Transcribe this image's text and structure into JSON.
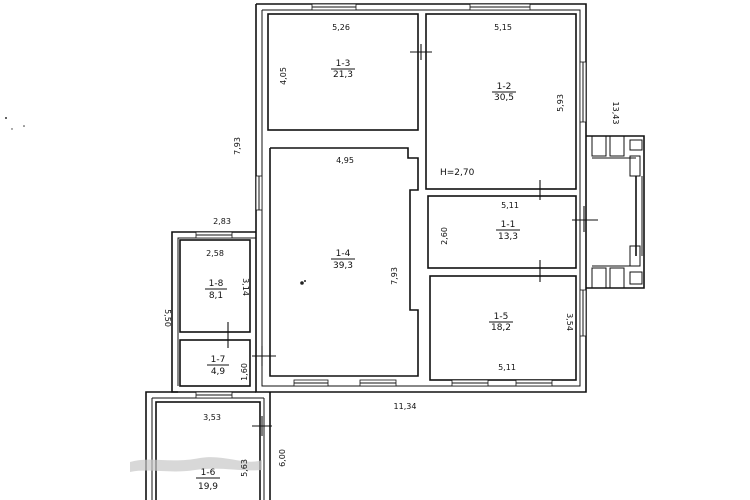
{
  "ceiling_height": "H=2,70",
  "rooms": [
    {
      "id": "1-3",
      "area": "21,3",
      "w": "5,26",
      "h": "4,05"
    },
    {
      "id": "1-2",
      "area": "30,5",
      "w": "5,15",
      "h": "5,93"
    },
    {
      "id": "1-4",
      "area": "39,3",
      "w": "4,95",
      "h": "7,93"
    },
    {
      "id": "1-1",
      "area": "13,3",
      "w": "5,11",
      "h": "2,60"
    },
    {
      "id": "1-5",
      "area": "18,2",
      "w": "5,11",
      "h": "3,54"
    },
    {
      "id": "1-8",
      "area": "8,1",
      "w": "2,58",
      "h": "3,14"
    },
    {
      "id": "1-7",
      "area": "4,9",
      "h": "1,60"
    },
    {
      "id": "1-6",
      "area": "19,9",
      "w": "3,53",
      "h": "5,63"
    }
  ],
  "outer": {
    "left_height": "7,93",
    "porch": "13,43",
    "annex_width": "2,83",
    "annex_height": "5,50",
    "bottom_width": "11,34",
    "bottom_height": "6,00"
  }
}
